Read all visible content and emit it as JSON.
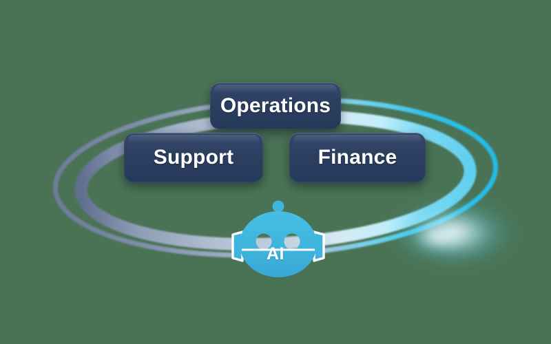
{
  "diagram": {
    "title_nodes": [
      {
        "id": "operations",
        "label": "Operations"
      },
      {
        "id": "support",
        "label": "Support"
      },
      {
        "id": "finance",
        "label": "Finance"
      }
    ],
    "center": {
      "icon": "ai-robot-icon",
      "label": "AI"
    },
    "colors": {
      "background": "#4a7355",
      "node_fill": "#2c3f60",
      "node_text": "#ffffff",
      "robot_cyan": "#3fb5dd",
      "robot_outline": "#ffffff",
      "ring_slate": "#8a9ab4",
      "ring_slate_dark": "#5d6b88",
      "ring_light": "#b9c6d8",
      "ring_cyan": "#2ec3e8",
      "ring_glow": "#e8fbff"
    },
    "rings": [
      {
        "id": "outer-orbit-ring"
      },
      {
        "id": "inner-orbit-ring"
      }
    ]
  }
}
